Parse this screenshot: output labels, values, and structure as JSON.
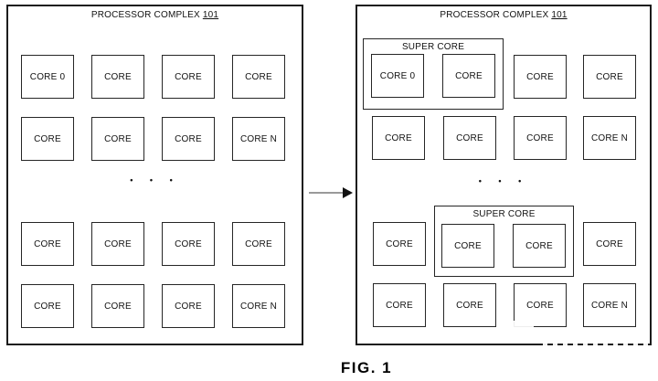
{
  "caption": "FIG. 1",
  "left_panel": {
    "title": "PROCESSOR COMPLEX",
    "title_number": "101",
    "ellipsis": "• • •",
    "cores": {
      "r1c1": "CORE 0",
      "r1c2": "CORE",
      "r1c3": "CORE",
      "r1c4": "CORE",
      "r2c1": "CORE",
      "r2c2": "CORE",
      "r2c3": "CORE",
      "r2c4": "CORE N",
      "r3c1": "CORE",
      "r3c2": "CORE",
      "r3c3": "CORE",
      "r3c4": "CORE",
      "r4c1": "CORE",
      "r4c2": "CORE",
      "r4c3": "CORE",
      "r4c4": "CORE N"
    }
  },
  "right_panel": {
    "title": "PROCESSOR COMPLEX",
    "title_number": "101",
    "ellipsis": "• • •",
    "super_core_top": {
      "label": "SUPER CORE",
      "core_a": "CORE 0",
      "core_b": "CORE"
    },
    "super_core_bottom": {
      "label": "SUPER CORE",
      "core_a": "CORE",
      "core_b": "CORE"
    },
    "cores": {
      "r1c3": "CORE",
      "r1c4": "CORE",
      "r2c1": "CORE",
      "r2c2": "CORE",
      "r2c3": "CORE",
      "r2c4": "CORE N",
      "r3c1": "CORE",
      "r3c4": "CORE",
      "r4c1": "CORE",
      "r4c2": "CORE",
      "r4c3": "CORE",
      "r4c4": "CORE N"
    }
  },
  "colors": {
    "background": "#ffffff",
    "line": "#1c1c1c",
    "arrow_shaft": "#9a9a9a",
    "arrow_head": "#111111"
  }
}
